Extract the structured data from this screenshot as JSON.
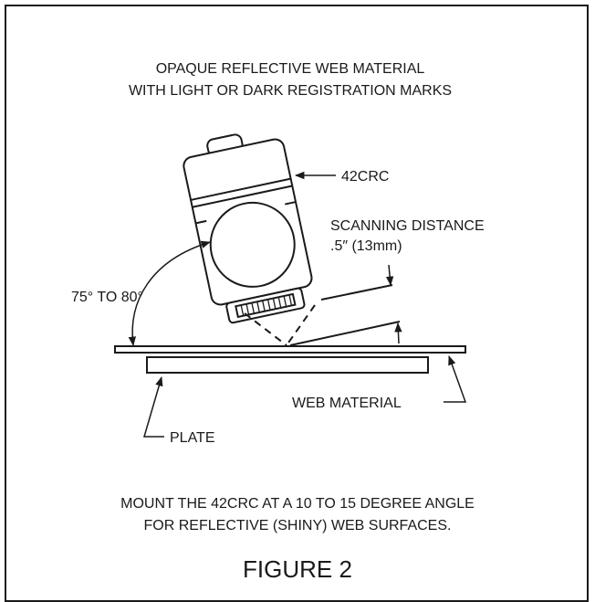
{
  "header": {
    "line1": "OPAQUE REFLECTIVE WEB MATERIAL",
    "line2": "WITH LIGHT OR DARK REGISTRATION MARKS"
  },
  "labels": {
    "sensor": "42CRC",
    "scan_line1": "SCANNING DISTANCE",
    "scan_line2": ".5″ (13mm)",
    "angle": "75° TO 80°",
    "web_material": "WEB MATERIAL",
    "plate": "PLATE"
  },
  "footer": {
    "line1": "MOUNT THE 42CRC AT A 10 TO 15 DEGREE ANGLE",
    "line2": "FOR REFLECTIVE (SHINY) WEB SURFACES."
  },
  "caption": "FIGURE 2"
}
